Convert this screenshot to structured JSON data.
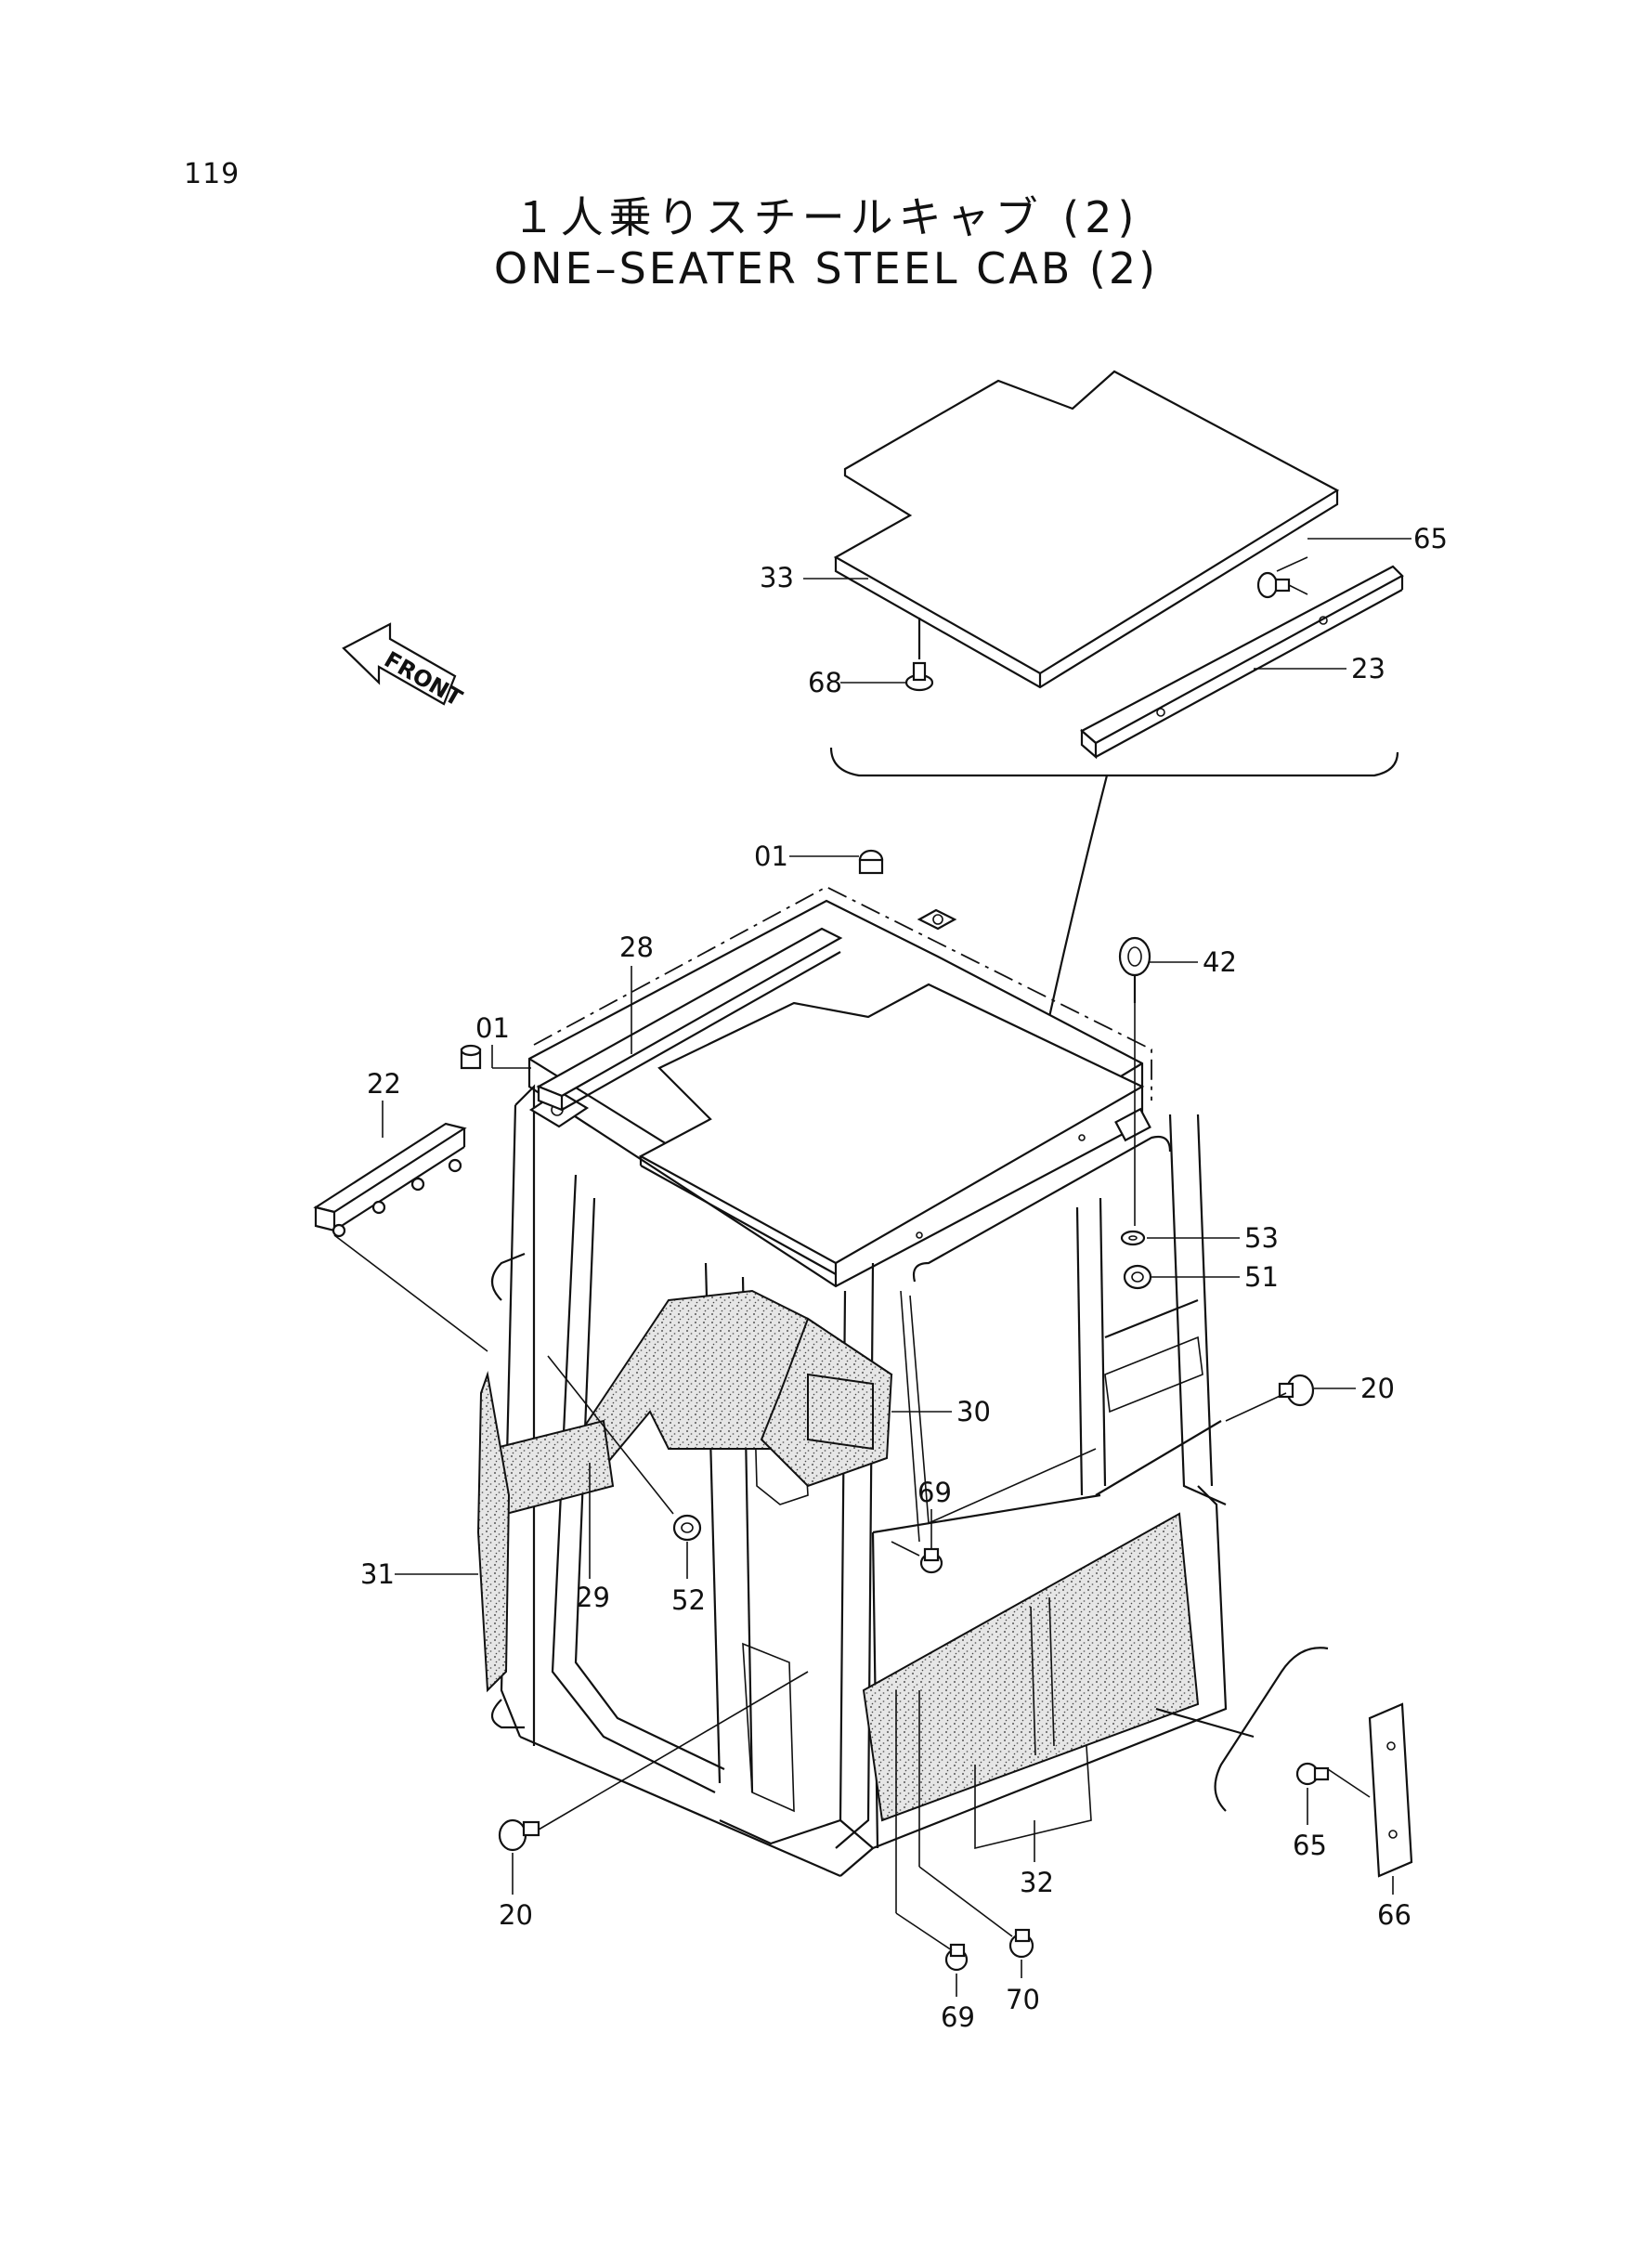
{
  "page_number": "119",
  "title_jp": "１人乗りスチールキャブ (2)",
  "title_en": "ONE–SEATER STEEL CAB (2)",
  "front_indicator": {
    "label": "FRONT",
    "icon": "front-arrow-icon"
  },
  "callouts": {
    "c33": "33",
    "c68": "68",
    "c65_top": "65",
    "c23": "23",
    "c01_top": "01",
    "c01_left": "01",
    "c28": "28",
    "c42": "42",
    "c22": "22",
    "c53": "53",
    "c51": "51",
    "c20_right": "20",
    "c30": "30",
    "c69_mid": "69",
    "c31": "31",
    "c29": "29",
    "c52": "52",
    "c20_left": "20",
    "c32": "32",
    "c65_bottom": "65",
    "c66": "66",
    "c69_bottom": "69",
    "c70": "70"
  }
}
